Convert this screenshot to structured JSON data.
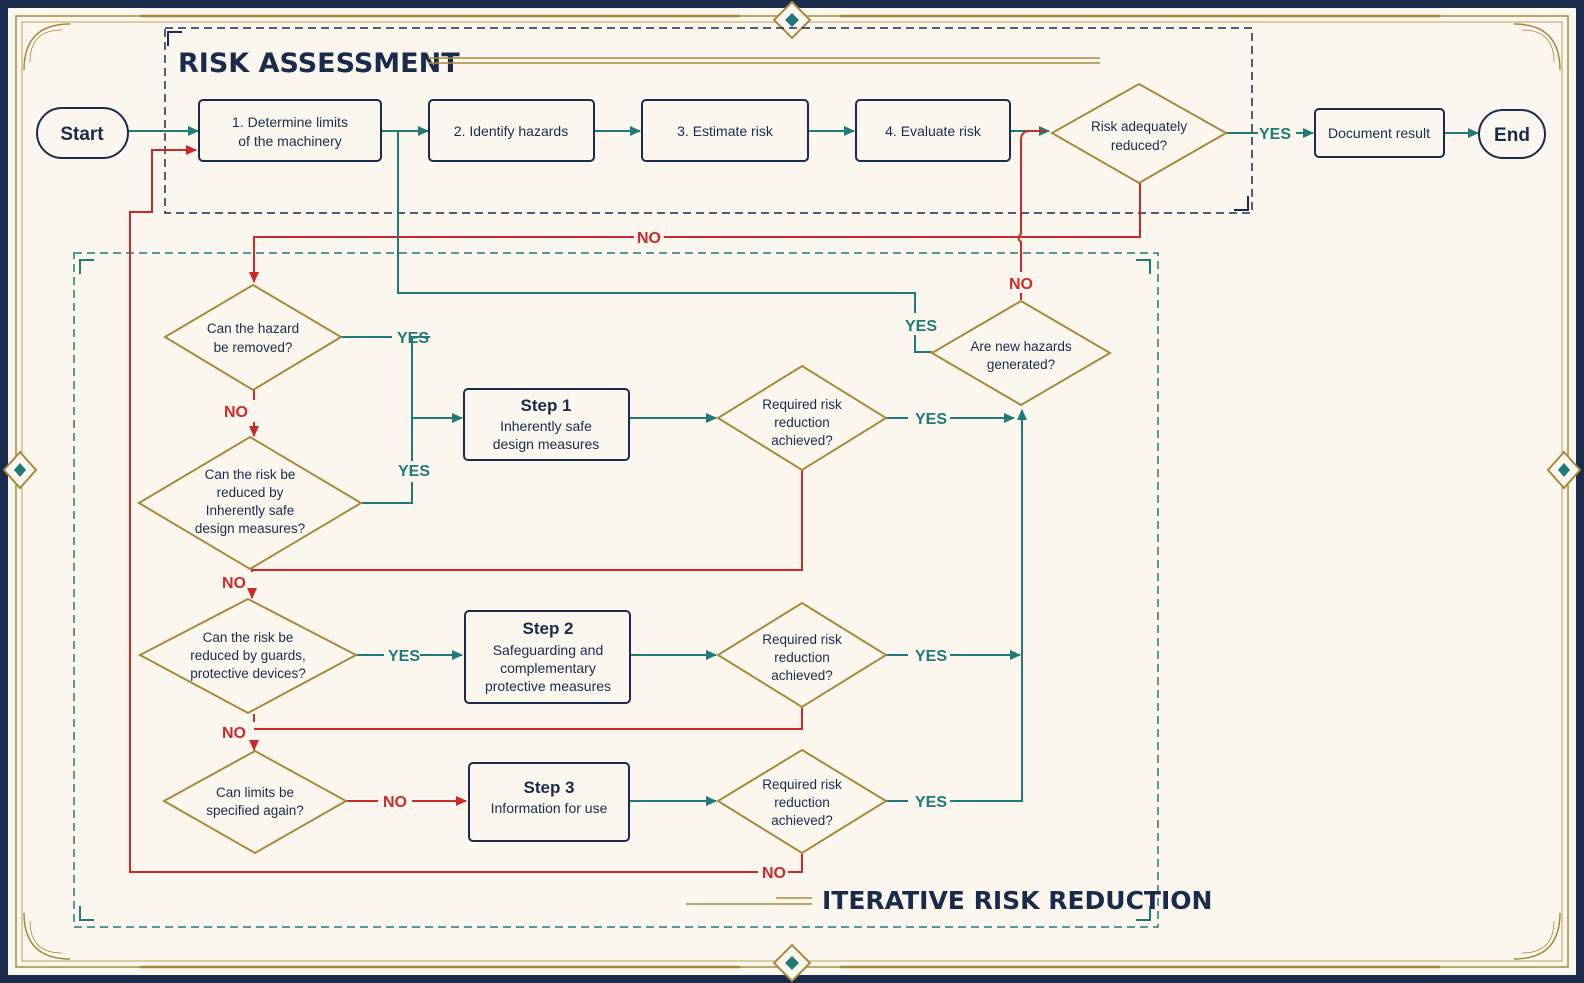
{
  "titles": {
    "risk_assessment": "RISK ASSESSMENT",
    "iterative_risk_reduction": "ITERATIVE RISK REDUCTION"
  },
  "terminals": {
    "start": "Start",
    "end": "End"
  },
  "process": {
    "step1": [
      "1. Determine limits",
      "of the machinery"
    ],
    "step2": "2. Identify hazards",
    "step3": "3. Estimate risk",
    "step4": "4. Evaluate risk",
    "document": "Document result"
  },
  "decisions": {
    "adequately_reduced": [
      "Risk adequately",
      "reduced?"
    ],
    "hazard_removed": [
      "Can the hazard",
      "be removed?"
    ],
    "inherently_safe": [
      "Can the risk be",
      "reduced by",
      "Inherently safe",
      "design measures?"
    ],
    "guards": [
      "Can the risk be",
      "reduced by guards,",
      "protective devices?"
    ],
    "limits_again": [
      "Can limits be",
      "specified again?"
    ],
    "new_hazards": [
      "Are new hazards",
      "generated?"
    ],
    "achieved": [
      "Required risk",
      "reduction",
      "achieved?"
    ]
  },
  "steps": {
    "s1": {
      "title": "Step 1",
      "desc": [
        "Inherently safe",
        "design measures"
      ]
    },
    "s2": {
      "title": "Step 2",
      "desc": [
        "Safeguarding and",
        "complementary",
        "protective measures"
      ]
    },
    "s3": {
      "title": "Step 3",
      "desc": [
        "Information for use"
      ]
    }
  },
  "labels": {
    "yes": "YES",
    "no": "NO"
  },
  "colors": {
    "navy": "#1a2b4c",
    "teal": "#1f7a78",
    "red": "#cc2a2a",
    "gold": "#a88a3c",
    "paper": "#fbf7ee"
  }
}
